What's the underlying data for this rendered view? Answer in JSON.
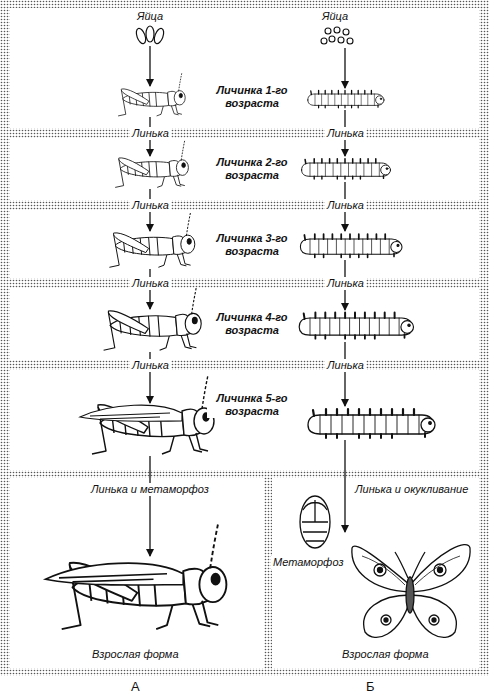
{
  "diagram": {
    "labels": [
      "Яйца",
      "Яйца",
      "Личинка 1-го возраста",
      "Линька",
      "Линька",
      "Личинка 2-го возраста",
      "Линька",
      "Линька",
      "Личинка 3-го возраста",
      "Линька",
      "Линька",
      "Личинка 4-го возраста",
      "Линька",
      "Линька",
      "Личинка 5-го возраста",
      "Линька и метаморфоз",
      "Линька и окукливание",
      "Метаморфоз",
      "Взрослая форма",
      "Взрослая форма",
      "А",
      "Б"
    ]
  }
}
